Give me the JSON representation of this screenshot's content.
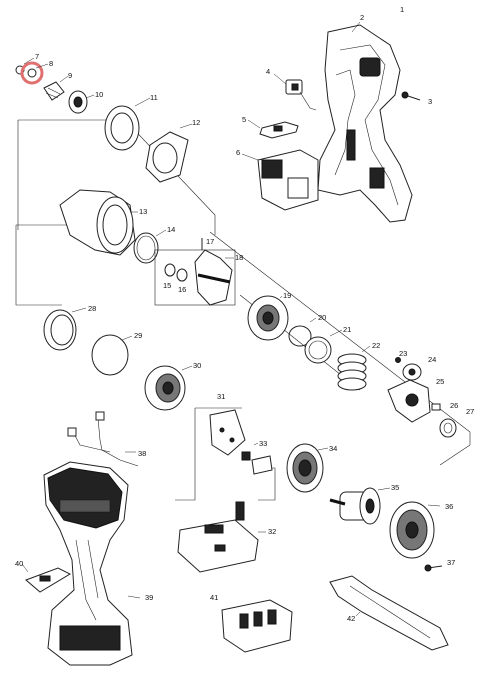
{
  "callouts": [
    "1",
    "2",
    "3",
    "4",
    "5",
    "6",
    "7",
    "8",
    "9",
    "10",
    "11",
    "12",
    "13",
    "14",
    "15",
    "16",
    "17",
    "18",
    "19",
    "20",
    "21",
    "22",
    "23",
    "24",
    "25",
    "26",
    "27",
    "28",
    "29",
    "30",
    "31",
    "32",
    "33",
    "34",
    "35",
    "36",
    "37",
    "38",
    "39",
    "40",
    "41",
    "42"
  ],
  "highlight": {
    "part": "8",
    "color": "#e07070"
  }
}
